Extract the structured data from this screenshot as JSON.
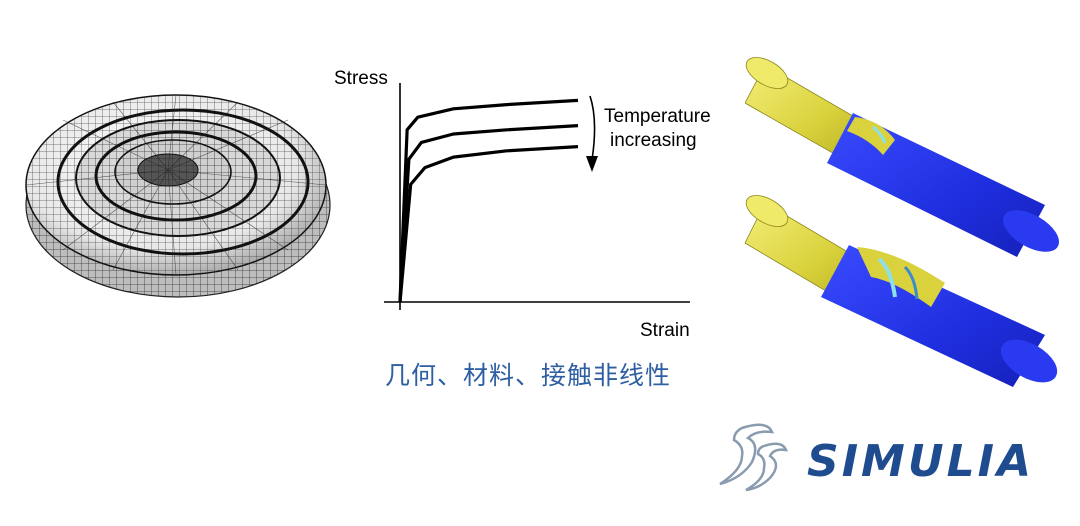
{
  "chart": {
    "y_label": "Stress",
    "x_label": "Strain",
    "annotation_line1": "Temperature",
    "annotation_line2": "increasing"
  },
  "chart_data": {
    "type": "line",
    "xlabel": "Strain",
    "ylabel": "Stress",
    "annotation": "Temperature increasing",
    "series": [
      {
        "x": [
          0,
          0.04,
          0.1,
          0.3,
          0.6,
          1.0
        ],
        "values": [
          0,
          0.82,
          0.88,
          0.92,
          0.94,
          0.96
        ]
      },
      {
        "x": [
          0,
          0.05,
          0.12,
          0.3,
          0.6,
          1.0
        ],
        "values": [
          0,
          0.68,
          0.76,
          0.8,
          0.82,
          0.84
        ]
      },
      {
        "x": [
          0,
          0.06,
          0.14,
          0.3,
          0.6,
          1.0
        ],
        "values": [
          0,
          0.56,
          0.64,
          0.69,
          0.72,
          0.74
        ]
      }
    ]
  },
  "caption": "几何、材料、接触非线性",
  "logo": {
    "wordmark": "SIMULIA"
  },
  "colors": {
    "caption": "#2f5fa3",
    "logo": "#1f4c8f",
    "shaft_yellow": "#e8e04a",
    "shaft_blue": "#1f2fe0"
  }
}
